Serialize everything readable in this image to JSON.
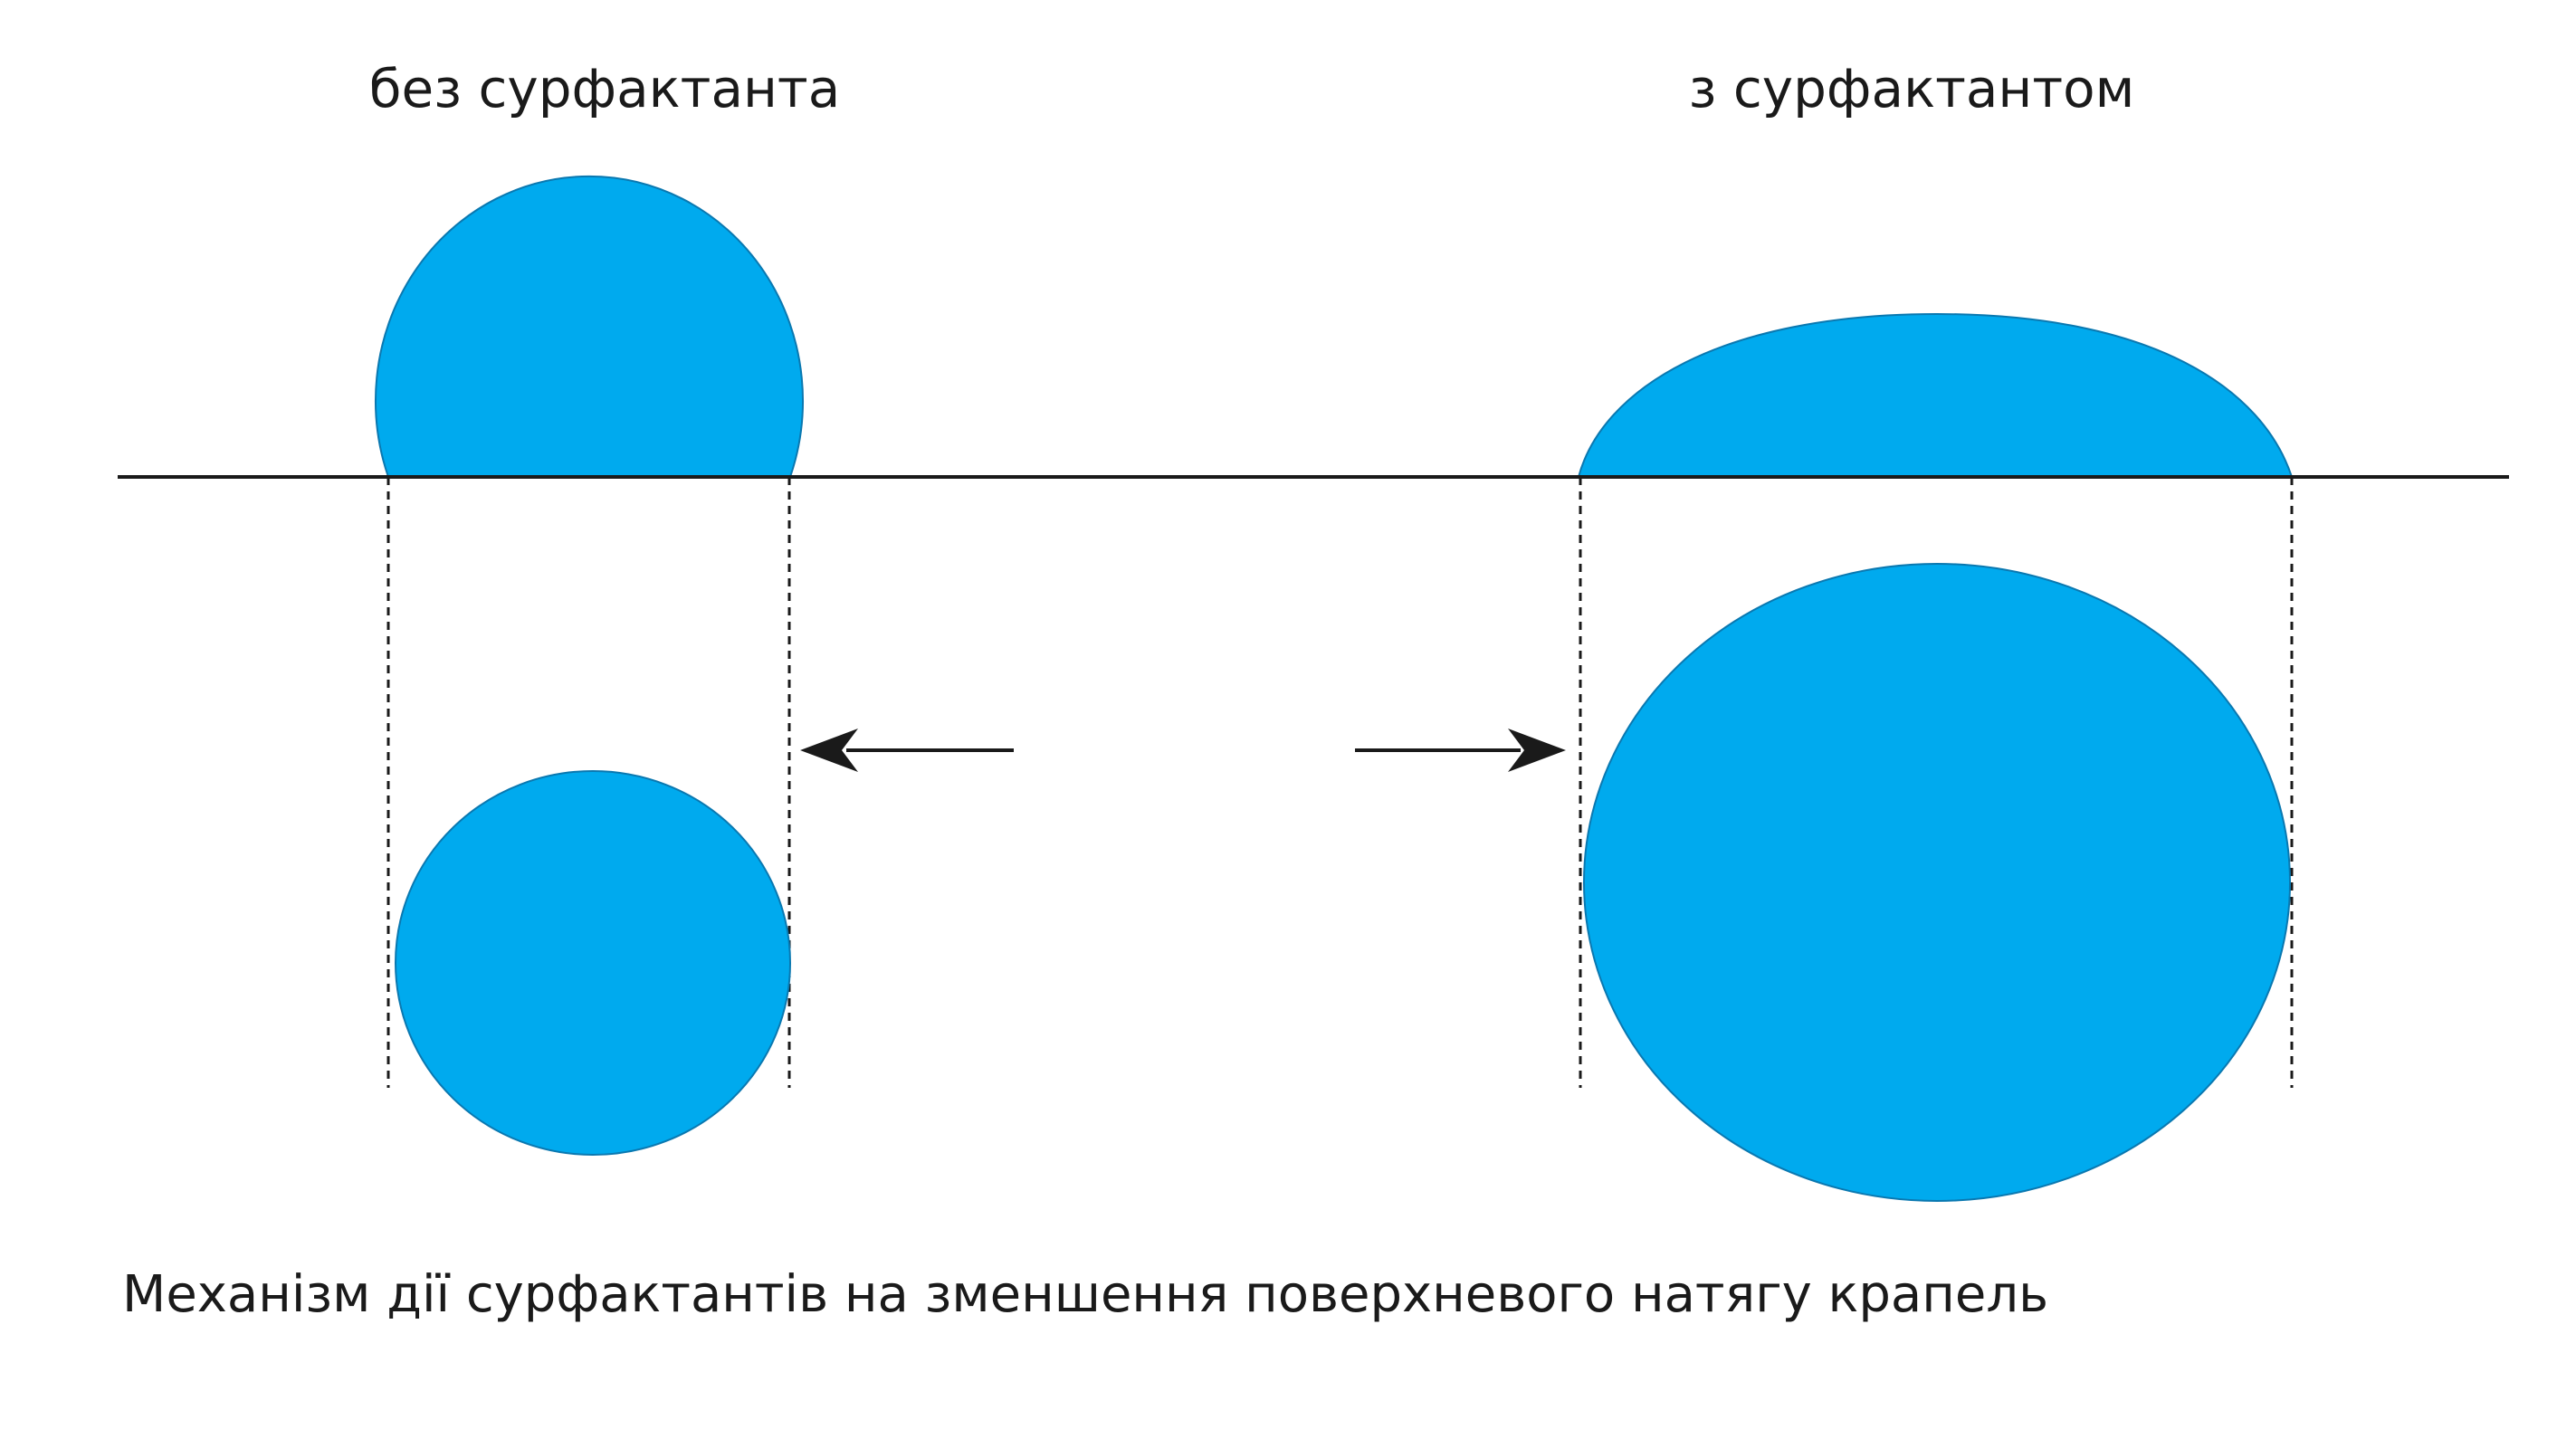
{
  "labels": {
    "left_condition": "без сурфактанта",
    "right_condition": "з сурфактантом",
    "caption": "Механізм дії сурфактантів на зменшення поверхневого натягу крапель"
  },
  "colors": {
    "droplet_fill": "#00aaee",
    "droplet_stroke": "#0a78b0",
    "line": "#1a1a1a",
    "background": "#ffffff"
  }
}
